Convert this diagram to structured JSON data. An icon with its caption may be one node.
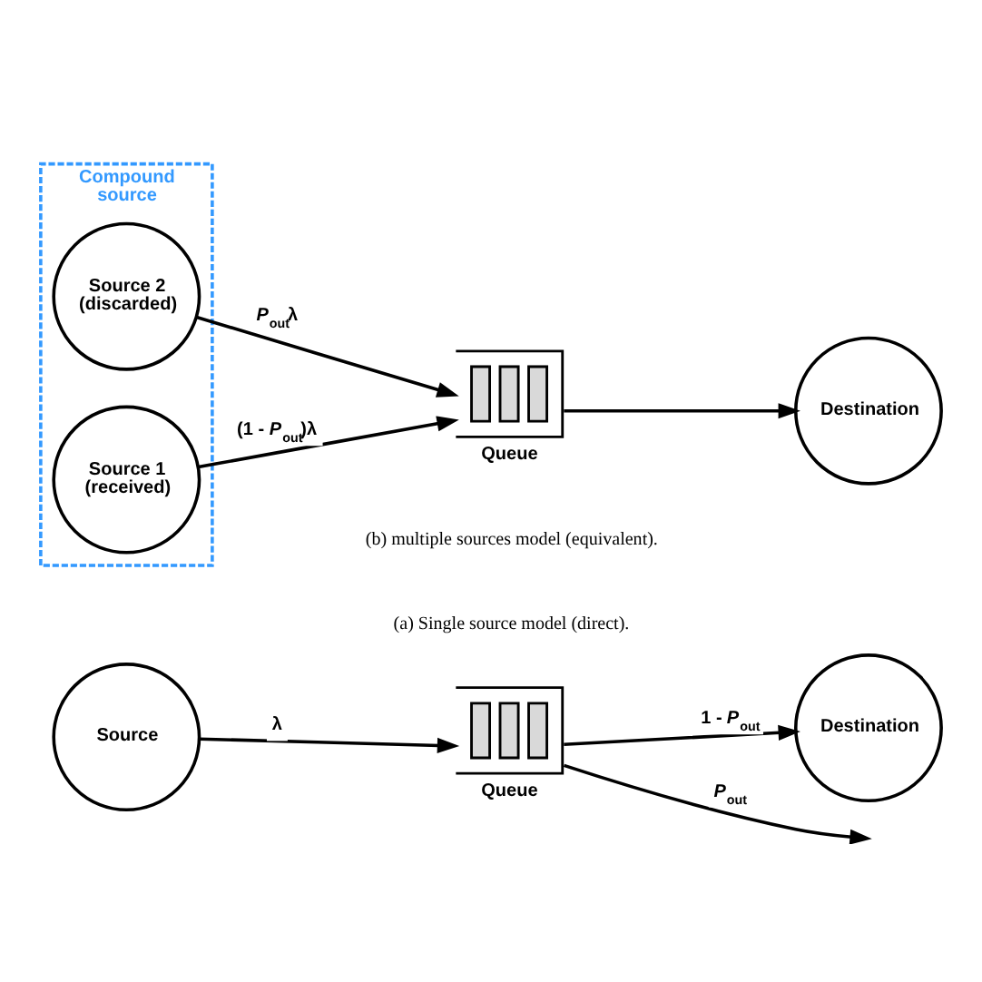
{
  "diagram": {
    "nodes": [
      {
        "text": [
          "Source"
        ]
      },
      {
        "text": [
          "Queue"
        ]
      },
      {
        "text": [
          "Destination"
        ]
      },
      {
        "text": [
          "Compound source"
        ]
      },
      {
        "text": [
          "Source 1 (received)"
        ],
        "in": 3
      },
      {
        "text": [
          "Source 2 (discarded)"
        ],
        "in": 3
      },
      {
        "text": [
          "Queue"
        ]
      },
      {
        "text": [
          "Destination"
        ]
      }
    ],
    "edges": [
      {
        "from": 0,
        "to": 1,
        "arrow": "to",
        "label": "λ"
      },
      {
        "from": 1,
        "to": 2,
        "arrow": "to",
        "label": "1 - *P*$_{out}$"
      },
      {
        "from": 1,
        "to": null,
        "arrow": "to",
        "label": "*P*$_{out}$"
      },
      {
        "from": 4,
        "to": 6,
        "arrow": "to",
        "label": "(1 - *P*$_{out}$)λ"
      },
      {
        "from": 5,
        "to": 6,
        "arrow": "to",
        "label": "*P*$_{out}$λ"
      },
      {
        "from": 6,
        "to": 7,
        "arrow": "to"
      }
    ],
    "labels": [
      "(a) Single source model (direct).",
      "(b) multiple sources model (equivalent)."
    ]
  }
}
